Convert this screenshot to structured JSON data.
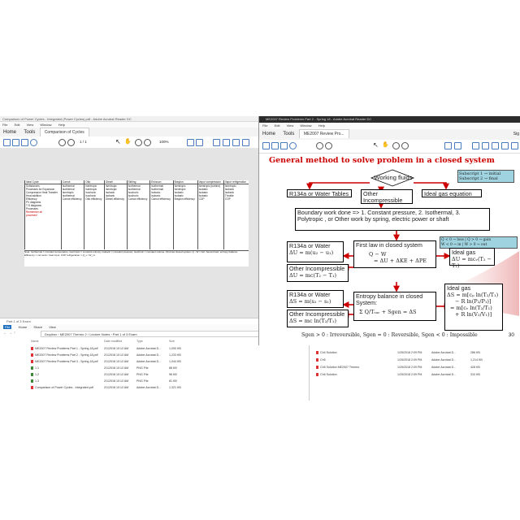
{
  "left_window": {
    "title": "Comparison of Power Cycles - Integrated (Power Cycles).pdf - Adobe Acrobat Reader DC",
    "menu": [
      "File",
      "Edit",
      "View",
      "Window",
      "Help"
    ],
    "tabs": {
      "home": "Home",
      "tools": "Tools",
      "document": "Comparison of Cycles"
    },
    "page_indicator": "1 / 1",
    "zoom": "100%",
    "table": {
      "headers": [
        "Ideal Cycle",
        "Carnot",
        "Otto",
        "Diesel",
        "Stirling",
        "Ericsson",
        "Brayton",
        "Vapor compression",
        "Vapor refrigeration"
      ],
      "rows": [
        [
          "Substances",
          "Isothermal",
          "Isentropic",
          "Isentropic",
          "Isothermal",
          "Isothermal",
          "Isentropic",
          "Isentropic (turbine)",
          "Isentropic"
        ],
        [
          "Processes for Expansion",
          "Isothermal",
          "Isentropic",
          "Isentropic",
          "Isothermal",
          "Isothermal",
          "Isentropic",
          "Isobaric",
          "Isobaric"
        ],
        [
          "Compression Heat Transfer",
          "Isentropic",
          "Isochoric",
          "Isobaric",
          "Isochoric",
          "Isobaric",
          "Isobaric",
          "Isobaric",
          "Isobaric"
        ],
        [
          "Heat addition",
          "Isothermal",
          "Isochoric",
          "Isobaric",
          "Isochoric",
          "Isobaric",
          "Isobaric",
          "Isobaric",
          "Throttle"
        ],
        [
          "Efficiency",
          "Carnot efficiency",
          "Otto efficiency",
          "Diesel efficiency",
          "Carnot efficiency",
          "Carnot efficiency",
          "Brayton efficiency",
          "COP",
          "COP"
        ]
      ],
      "left_notes": [
        "PV diagrams",
        "T-S diagrams",
        "Processes",
        "Remember all",
        "proceses!"
      ],
      "footnote": "Note: Isothermal = constant temperature, Isentropic = constant entropy, Isobaric = constant pressure, Isochoric = constant volume. First law closed system: Q - W = ΔU. Second law: entropy balance. Efficiency = net work / heat input. COP refrigeration = Q_L / W_in."
    }
  },
  "right_window": {
    "title": "ME2007 Review Problems Part 2 - Spring 18 - Adobe Acrobat Reader DC",
    "menu": [
      "File",
      "Edit",
      "View",
      "Window",
      "Help"
    ],
    "tabs": {
      "home": "Home",
      "tools": "Tools",
      "document": "ME2007 Review Pro..."
    },
    "sign_in": "Sig",
    "slide": {
      "title": "General method to solve problem in a closed system",
      "subscript_note": [
        "Subscript 1 → initial",
        "Subscript 2 → final"
      ],
      "working_fluids": "Working fluids",
      "r134a": "R134a or Water Tables",
      "other_incomp": "Other Incompressible",
      "ideal_gas_eq": "Ideal gas equation",
      "boundary_work": "Boundary work done => 1. Constant pressure, 2. Isothermal, 3. Polytropic , or Other work by spring, electric power or shaft",
      "sign_note": [
        "Q < 0 → loss | Q > 0 → gain",
        "W < 0 → in | W > 0 → out"
      ],
      "r134a_2": "R134a or Water",
      "du_water": "ΔU = m(u₂ − u₁)",
      "first_law": "First law in closed system",
      "q_w": "Q − W",
      "first_law_rhs": "= ΔU + ΔKE + ΔPE",
      "ideal_gas_2": "Ideal gas",
      "du_ideal": "ΔU = mcᵥ(T₂ − T₁)",
      "other_incomp_2": "Other Incompressible",
      "du_incomp": "ΔU = mc(T₂ − T₁)",
      "r134a_3": "R134a or Water",
      "ds_water": "ΔS = m(s₂ − s₁)",
      "entropy_balance": "Entropy balance in closed System:",
      "entropy_eq": "Σ Q/Tₛᵤᵣ + Sgen = ΔS",
      "ideal_gas_3": "Ideal gas",
      "ds_ideal": [
        "ΔS = m[cₚ ln(T₂/T₁)",
        "− R ln(P₂/P₁)]",
        "= m[cᵥ ln(T₂/T₁)",
        "+ R ln(V₂/V₁)]"
      ],
      "other_incomp_3": "Other Incompressible",
      "ds_incomp": "ΔS = mc ln(T₂/T₁)",
      "bottom_note": "Sgen > 0 : Irreversible, Sgen = 0 : Reversible, Sgen < 0 : Impossible",
      "page_number": "30"
    }
  },
  "explorer_left": {
    "title": "Part 1 of 3 Exam",
    "menu": [
      "File",
      "Home",
      "Share",
      "View"
    ],
    "breadcrumb": [
      "Dropbox",
      "ME2007 Thermo 2",
      "Lecture Notes",
      "Part 1 of 3 Exam"
    ],
    "columns": [
      "Name",
      "Date modified",
      "Type",
      "Size"
    ],
    "files": [
      {
        "name": "ME2007 Review Problems Part 1 - Spring 18.pdf",
        "date": "2/1/2018 10:12 AM",
        "type": "Adobe Acrobat D...",
        "size": "1,000 KB"
      },
      {
        "name": "ME2007 Review Problems Part 2 - Spring 18.pdf",
        "date": "2/1/2018 10:12 AM",
        "type": "Adobe Acrobat D...",
        "size": "1,233 KB"
      },
      {
        "name": "ME2007 Review Problems Part 3 - Spring 18.pdf",
        "date": "2/1/2018 10:12 AM",
        "type": "Adobe Acrobat D...",
        "size": "1,044 KB"
      },
      {
        "name": "1.1",
        "date": "2/1/2018 10:12 AM",
        "type": "PNG File",
        "size": "88 KB"
      },
      {
        "name": "1.2",
        "date": "2/1/2018 10:12 AM",
        "type": "PNG File",
        "size": "96 KB"
      },
      {
        "name": "1.3",
        "date": "2/1/2018 10:12 AM",
        "type": "PNG File",
        "size": "81 KB"
      },
      {
        "name": "Comparison of Power Cycles - Integrated.pdf",
        "date": "2/1/2018 10:12 AM",
        "type": "Adobe Acrobat D...",
        "size": "1,321 KB"
      }
    ]
  },
  "explorer_right": {
    "files": [
      {
        "name": "Ch4 Solution",
        "date": "1/25/2018 2:09 PM",
        "type": "Adobe Acrobat D...",
        "size": "286 KB"
      },
      {
        "name": "Ch5",
        "date": "1/25/2018 2:09 PM",
        "type": "Adobe Acrobat D...",
        "size": "1,214 KB"
      },
      {
        "name": "Ch5 Solution ME2007 Thermo",
        "date": "1/25/2018 2:09 PM",
        "type": "Adobe Acrobat D...",
        "size": "428 KB"
      },
      {
        "name": "Ch6 Solution",
        "date": "1/25/2018 2:09 PM",
        "type": "Adobe Acrobat D...",
        "size": "310 KB"
      }
    ]
  },
  "colors": {
    "slide_title": "#cc0000",
    "accent": "#4a7bbf",
    "subscript_box": "#9fd3df"
  }
}
